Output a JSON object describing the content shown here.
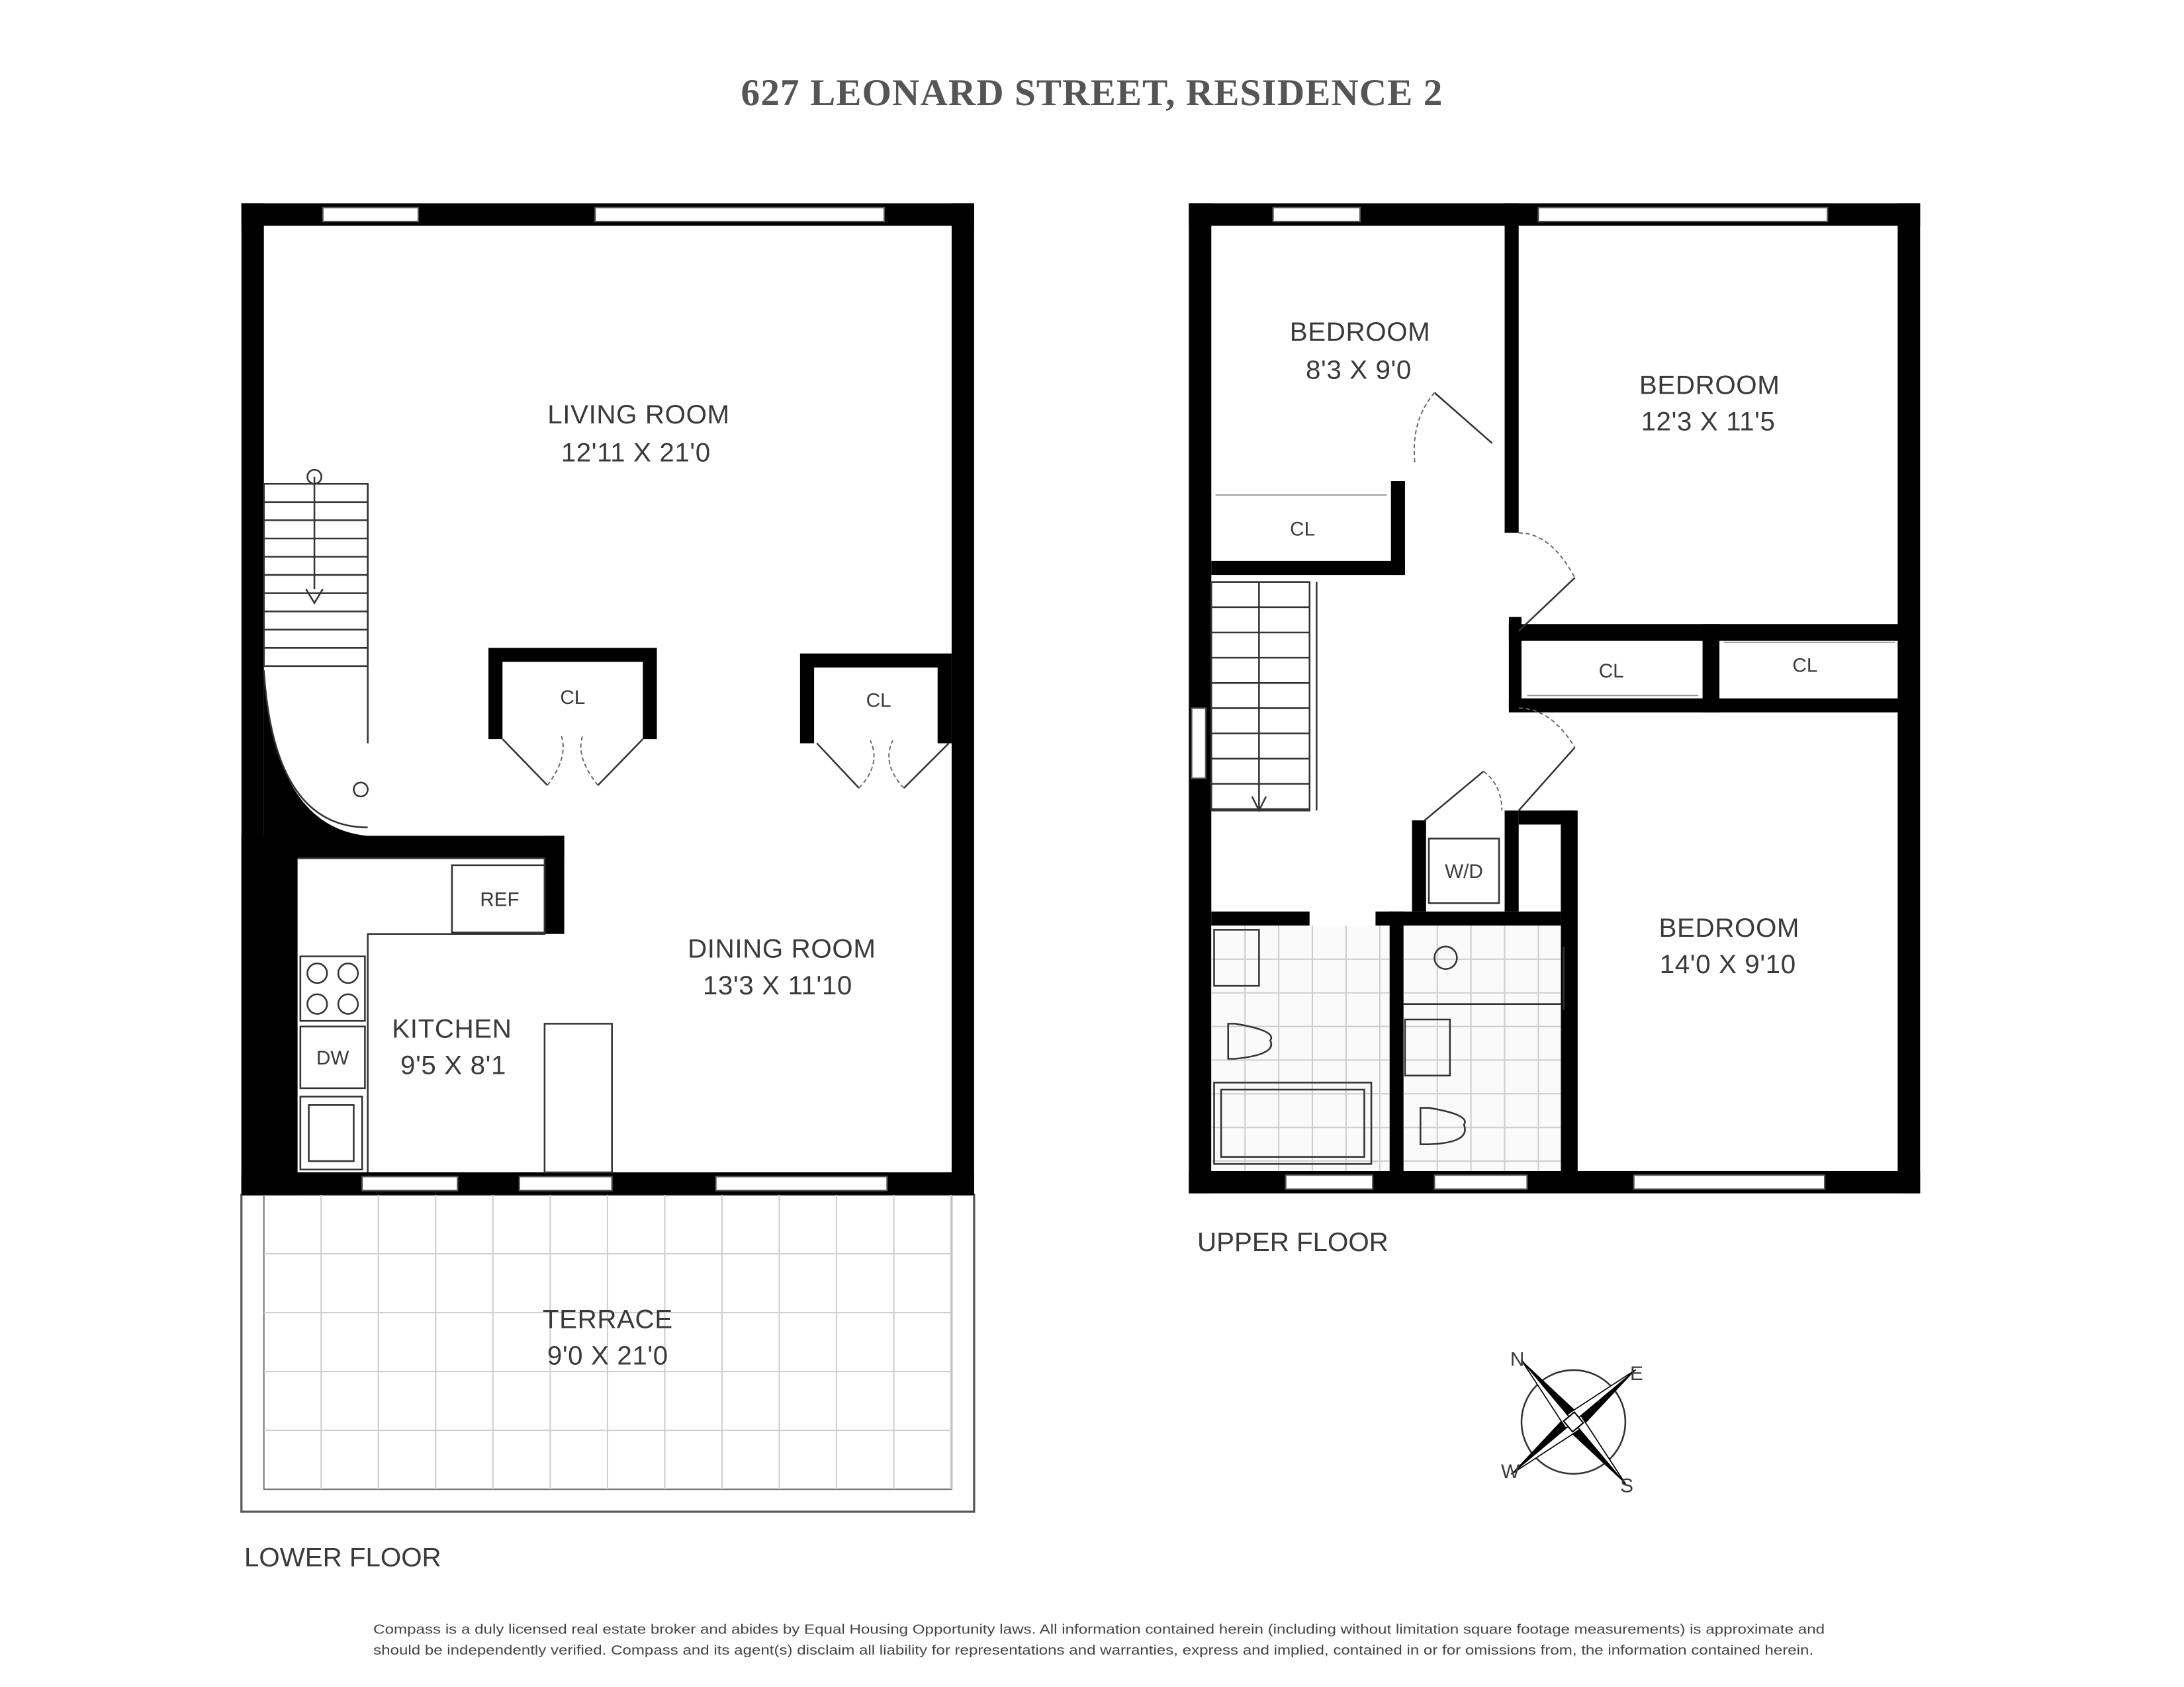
{
  "title": "627 LEONARD STREET, RESIDENCE 2",
  "lower_floor": {
    "label": "LOWER FLOOR",
    "rooms": [
      {
        "name": "LIVING ROOM",
        "dims": "12'11 X 21'0"
      },
      {
        "name": "DINING ROOM",
        "dims": "13'3 X 11'10"
      },
      {
        "name": "KITCHEN",
        "dims": "9'5 X 8'1"
      },
      {
        "name": "TERRACE",
        "dims": "9'0 X 21'0"
      }
    ],
    "fixtures": {
      "closet1": "CL",
      "closet2": "CL",
      "ref": "REF",
      "dw": "DW"
    }
  },
  "upper_floor": {
    "label": "UPPER FLOOR",
    "rooms": [
      {
        "name": "BEDROOM",
        "dims": "8'3 X 9'0"
      },
      {
        "name": "BEDROOM",
        "dims": "12'3 X 11'5"
      },
      {
        "name": "BEDROOM",
        "dims": "14'0 X 9'10"
      }
    ],
    "fixtures": {
      "closet1": "CL",
      "closet2": "CL",
      "closet3": "CL",
      "wd": "W/D"
    }
  },
  "compass": {
    "n": "N",
    "e": "E",
    "s": "S",
    "w": "W"
  },
  "footer": {
    "line1": "Compass is a duly licensed real estate broker and abides by Equal Housing Opportunity laws.  All information contained herein (including without limitation square footage measurements) is approximate and",
    "line2": "should be independently verified. Compass and its agent(s) disclaim all liability for representations and warranties, express and implied, contained in or for omissions from, the information contained herein."
  }
}
